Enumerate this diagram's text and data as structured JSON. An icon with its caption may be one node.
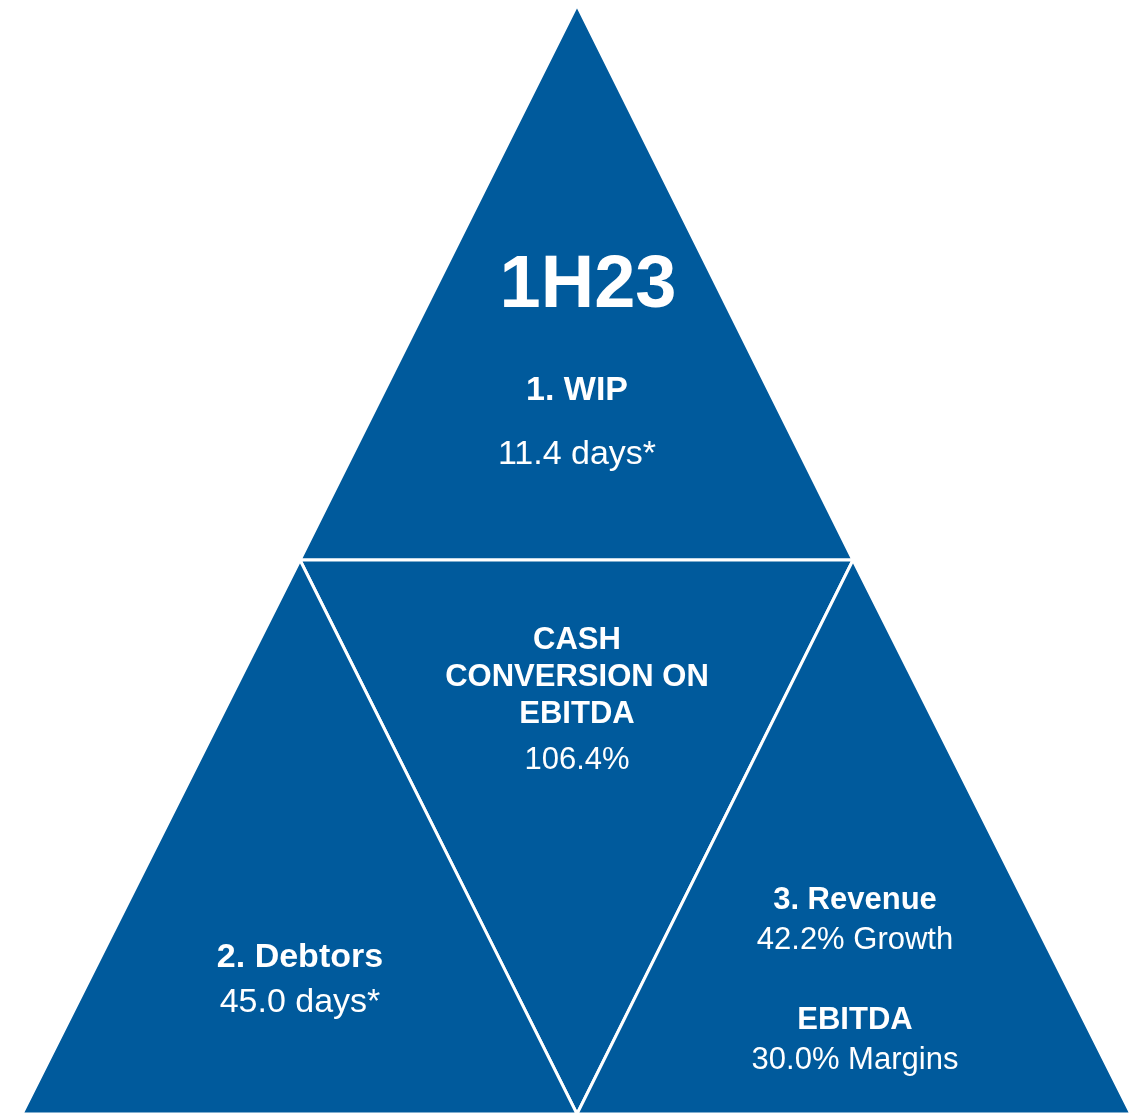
{
  "diagram": {
    "nodes": [
      {
        "text": [
          "1H23",
          "1. WIP",
          "11.4 days*"
        ]
      },
      {
        "text": [
          "CASH CONVERSION ON EBITDA",
          "106.4%"
        ]
      },
      {
        "text": [
          "2. Debtors",
          "45.0 days*"
        ]
      },
      {
        "text": [
          "3. Revenue",
          "42.2% Growth",
          "EBITDA",
          "30.0% Margins"
        ]
      }
    ]
  }
}
